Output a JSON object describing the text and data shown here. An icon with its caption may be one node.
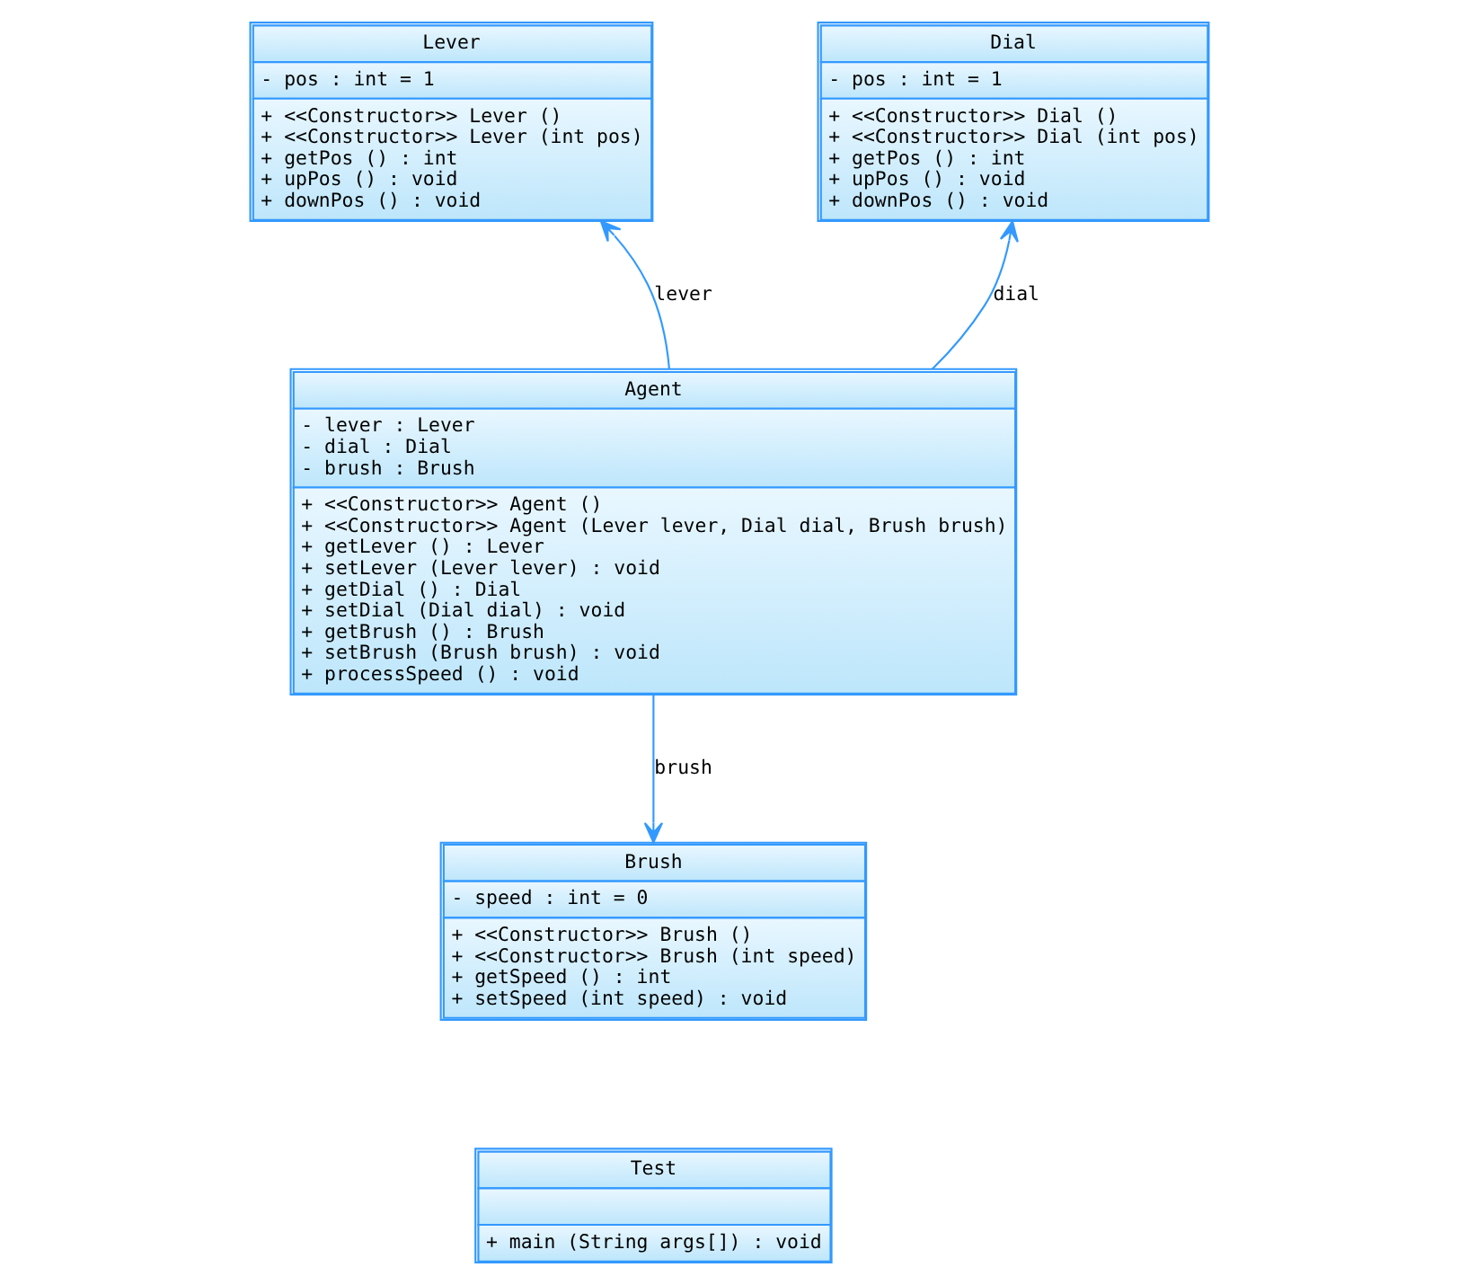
{
  "diagram": {
    "nodes": [
      {
        "text": [
          "Lever",
          "- pos : int = 1",
          "+ <<Constructor>> Lever ()",
          "+ <<Constructor>> Lever (int pos)",
          "+ getPos () : int",
          "+ upPos () : void",
          "+ downPos () : void"
        ]
      },
      {
        "text": [
          "Dial",
          "- pos : int = 1",
          "+ <<Constructor>> Dial ()",
          "+ <<Constructor>> Dial (int pos)",
          "+ getPos () : int",
          "+ upPos () : void",
          "+ downPos () : void"
        ]
      },
      {
        "text": [
          "Agent",
          "- lever : Lever",
          "- dial : Dial",
          "- brush : Brush",
          "+ <<Constructor>> Agent ()",
          "+ <<Constructor>> Agent (Lever lever, Dial dial, Brush brush)",
          "+ getLever () : Lever",
          "+ setLever (Lever lever) : void",
          "+ getDial () : Dial",
          "+ setDial (Dial dial) : void",
          "+ getBrush () : Brush",
          "+ setBrush (Brush brush) : void",
          "+ processSpeed () : void"
        ]
      },
      {
        "text": [
          "Brush",
          "- speed : int = 0",
          "+ <<Constructor>> Brush ()",
          "+ <<Constructor>> Brush (int speed)",
          "+ getSpeed () : int",
          "+ setSpeed (int speed) : void"
        ]
      },
      {
        "text": [
          "Test",
          "+ main (String args[]) : void"
        ]
      }
    ],
    "edges": [
      {
        "from": 2,
        "to": 0,
        "arrow": "to",
        "label": "lever"
      },
      {
        "from": 2,
        "to": 1,
        "arrow": "to",
        "label": "dial"
      },
      {
        "from": 2,
        "to": 3,
        "arrow": "to",
        "label": "brush"
      }
    ]
  }
}
